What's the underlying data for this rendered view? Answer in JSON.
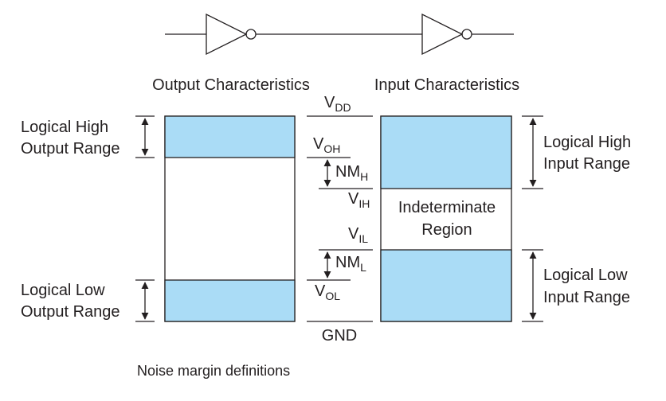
{
  "colors": {
    "fill": "#aadcf6",
    "stroke": "#231f20",
    "background": "#ffffff"
  },
  "headings": {
    "output": "Output Characteristics",
    "input": "Input Characteristics"
  },
  "levels": {
    "vdd": {
      "main": "V",
      "sub": "DD"
    },
    "voh": {
      "main": "V",
      "sub": "OH"
    },
    "vih": {
      "main": "V",
      "sub": "IH"
    },
    "vil": {
      "main": "V",
      "sub": "IL"
    },
    "vol": {
      "main": "V",
      "sub": "OL"
    },
    "gnd": "GND"
  },
  "margins": {
    "nmh": {
      "main": "NM",
      "sub": "H"
    },
    "nml": {
      "main": "NM",
      "sub": "L"
    }
  },
  "ranges": {
    "logical_high_output": [
      "Logical High",
      "Output Range"
    ],
    "logical_low_output": [
      "Logical Low",
      "Output Range"
    ],
    "logical_high_input": [
      "Logical High",
      "Input Range"
    ],
    "logical_low_input": [
      "Logical Low",
      "Input Range"
    ]
  },
  "indeterminate": [
    "Indeterminate",
    "Region"
  ],
  "caption": "Noise margin definitions",
  "icons": [
    "inverter-gate-icon",
    "inverter-gate-icon",
    "double-arrow-icon"
  ]
}
